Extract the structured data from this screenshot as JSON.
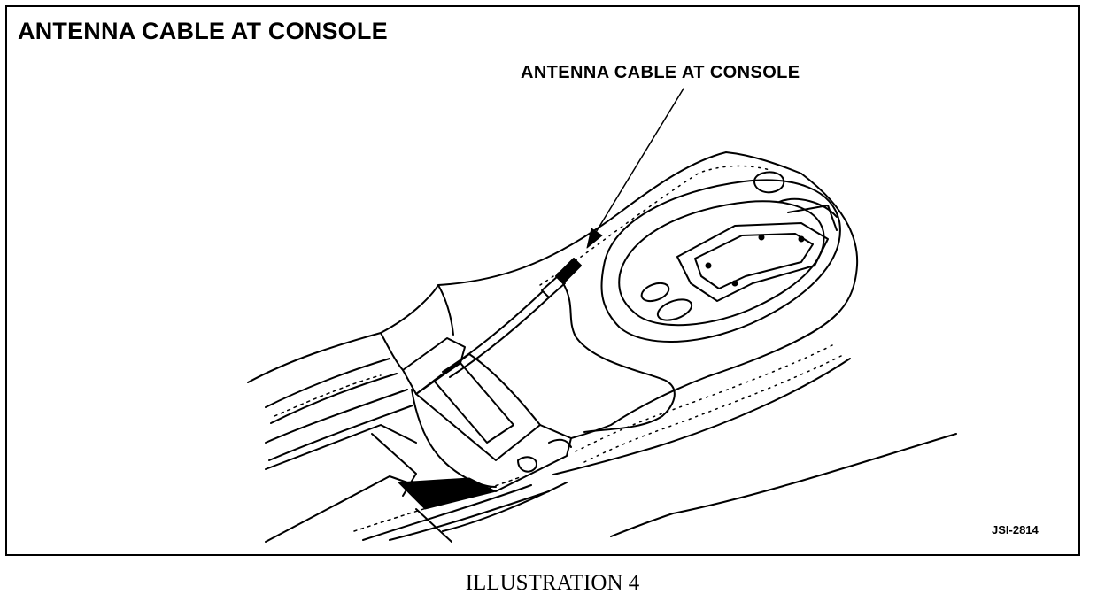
{
  "frame": {
    "title": "ANTENNA CABLE AT CONSOLE",
    "callout": "ANTENNA CABLE AT CONSOLE",
    "figure_id": "JSI-2814"
  },
  "caption": "ILLUSTRATION 4",
  "colors": {
    "line": "#000000",
    "background": "#ffffff"
  }
}
